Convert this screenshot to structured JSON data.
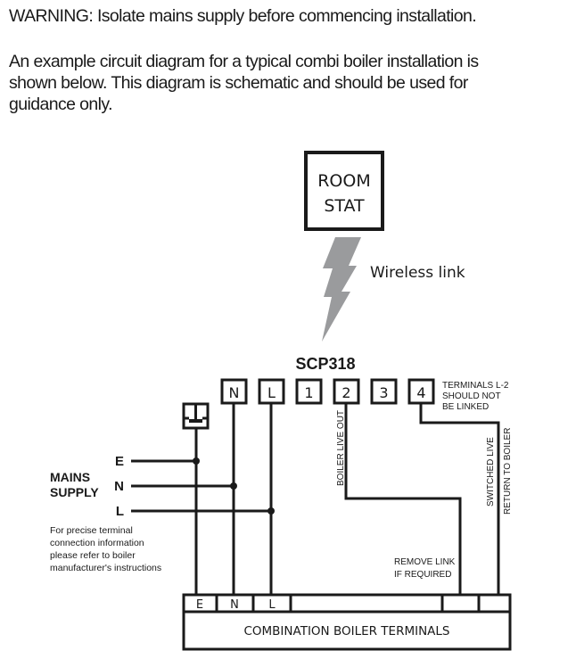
{
  "text": {
    "warning": "WARNING: Isolate mains supply before commencing installation.",
    "description_lines": [
      "An example circuit diagram for a typical combi boiler installation is",
      "shown below. This diagram is schematic and should be used for",
      "guidance only."
    ]
  },
  "diagram": {
    "room_stat": {
      "line1": "ROOM",
      "line2": "STAT"
    },
    "wireless_label": "Wireless link",
    "controller_model": "SCP318",
    "controller_terminals": [
      "N",
      "L",
      "1",
      "2",
      "3",
      "4"
    ],
    "terminals_note": [
      "TERMINALS L-2",
      "SHOULD NOT",
      "BE LINKED"
    ],
    "mains": {
      "title_line1": "MAINS",
      "title_line2": "SUPPLY",
      "lines": [
        "E",
        "N",
        "L"
      ]
    },
    "precise_note": [
      "For precise terminal",
      "connection information",
      "please refer to boiler",
      "manufacturer's instructions"
    ],
    "boiler_live_out": "BOILER LIVE OUT",
    "switched_live_1": "SWITCHED LIVE",
    "switched_live_2": "RETURN TO BOILER",
    "remove_link": [
      "REMOVE LINK",
      "IF REQUIRED"
    ],
    "boiler_terminals": [
      "E",
      "N",
      "L"
    ],
    "boiler_block_label": "COMBINATION BOILER TERMINALS"
  },
  "colors": {
    "line": "#1a1a1a",
    "lightning": "#9a9b9d"
  }
}
